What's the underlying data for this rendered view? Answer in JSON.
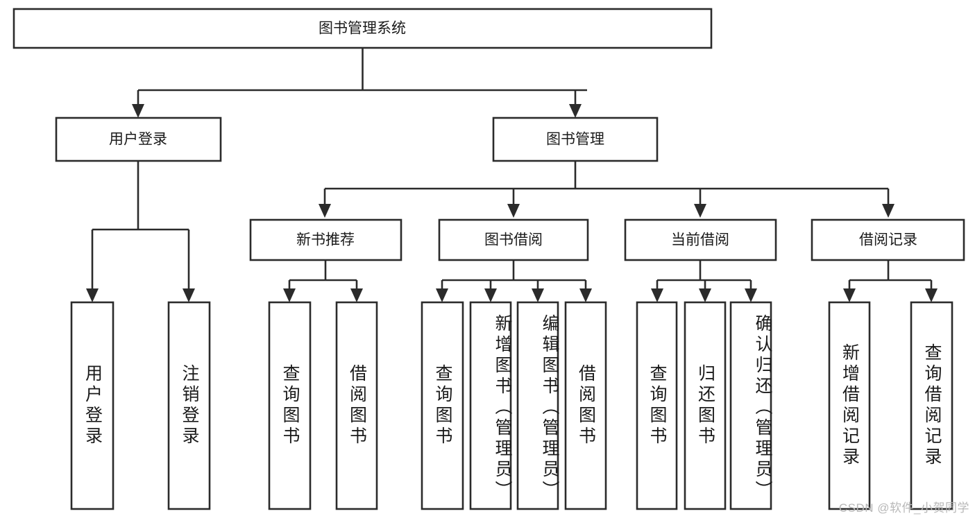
{
  "diagram": {
    "type": "tree-hierarchy-functional-decomposition",
    "title": "图书管理系统",
    "watermark": "CSDN @软件_小贺同学",
    "colors": {
      "stroke": "#2b2b2b",
      "fill": "#ffffff",
      "text": "#1a1a1a",
      "watermark": "#b8b8b8"
    },
    "levels": {
      "root": {
        "label": "图书管理系统"
      },
      "level2": [
        {
          "id": "user-login",
          "label": "用户登录"
        },
        {
          "id": "book-manage",
          "label": "图书管理"
        }
      ],
      "level3": [
        {
          "id": "new-book-recommend",
          "label": "新书推荐",
          "parent": "book-manage"
        },
        {
          "id": "book-borrow",
          "label": "图书借阅",
          "parent": "book-manage"
        },
        {
          "id": "current-borrow",
          "label": "当前借阅",
          "parent": "book-manage"
        },
        {
          "id": "borrow-record",
          "label": "借阅记录",
          "parent": "book-manage"
        }
      ],
      "leaves": [
        {
          "id": "leaf-user-login",
          "label": "用户登录",
          "parent": "user-login",
          "align": "center"
        },
        {
          "id": "leaf-logout-login",
          "label": "注销登录",
          "parent": "user-login",
          "align": "center"
        },
        {
          "id": "leaf-query-book-1",
          "label": "查询图书",
          "parent": "new-book-recommend",
          "align": "center"
        },
        {
          "id": "leaf-borrow-book-1",
          "label": "借阅图书",
          "parent": "new-book-recommend",
          "align": "center"
        },
        {
          "id": "leaf-query-book-2",
          "label": "查询图书",
          "parent": "book-borrow",
          "align": "center"
        },
        {
          "id": "leaf-add-book-admin",
          "label": "新增图书（管理员）",
          "parent": "book-borrow",
          "align": "start"
        },
        {
          "id": "leaf-edit-book-admin",
          "label": "编辑图书（管理员）",
          "parent": "book-borrow",
          "align": "start"
        },
        {
          "id": "leaf-borrow-book-2",
          "label": "借阅图书",
          "parent": "book-borrow",
          "align": "center"
        },
        {
          "id": "leaf-query-book-3",
          "label": "查询图书",
          "parent": "current-borrow",
          "align": "center"
        },
        {
          "id": "leaf-return-book",
          "label": "归还图书",
          "parent": "current-borrow",
          "align": "center"
        },
        {
          "id": "leaf-confirm-return-admin",
          "label": "确认归还（管理员）",
          "parent": "current-borrow",
          "align": "start"
        },
        {
          "id": "leaf-add-borrow-record",
          "label": "新增借阅记录",
          "parent": "borrow-record",
          "align": "center"
        },
        {
          "id": "leaf-query-borrow-record",
          "label": "查询借阅记录",
          "parent": "borrow-record",
          "align": "center"
        }
      ]
    }
  }
}
